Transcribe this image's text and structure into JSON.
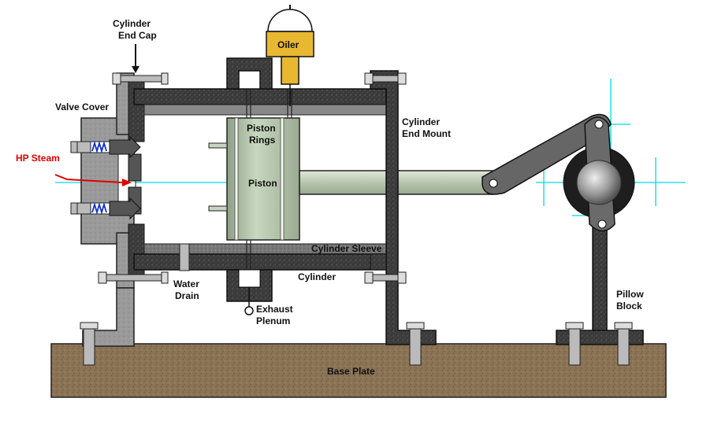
{
  "labels": {
    "cylinder_end_cap_1": "Cylinder",
    "cylinder_end_cap_2": "End Cap",
    "valve_cover": "Valve Cover",
    "hp_steam": "HP Steam",
    "oiler": "Oiler",
    "piston_rings_1": "Piston",
    "piston_rings_2": "Rings",
    "piston": "Piston",
    "cylinder_end_mount_1": "Cylinder",
    "cylinder_end_mount_2": "End Mount",
    "cylinder_sleeve": "Cylinder Sleeve",
    "cylinder": "Cylinder",
    "water_drain_1": "Water",
    "water_drain_2": "Drain",
    "exhaust_plenum_1": "Exhaust",
    "exhaust_plenum_2": "Plenum",
    "pillow_block_1": "Pillow",
    "pillow_block_2": "Block",
    "base_plate": "Base Plate"
  },
  "colors": {
    "base_plate": "#8b7355",
    "dark_part": "#333333",
    "gray_part": "#999999",
    "piston": "#b8c8b0",
    "rod": "#c8d4c0",
    "oiler": "#e8b830",
    "axis_line": "#00d8e8",
    "steam_arrow": "#e00000",
    "spring": "#1030d0",
    "crank_wheel": "#222222",
    "crank_arm": "#666666"
  }
}
